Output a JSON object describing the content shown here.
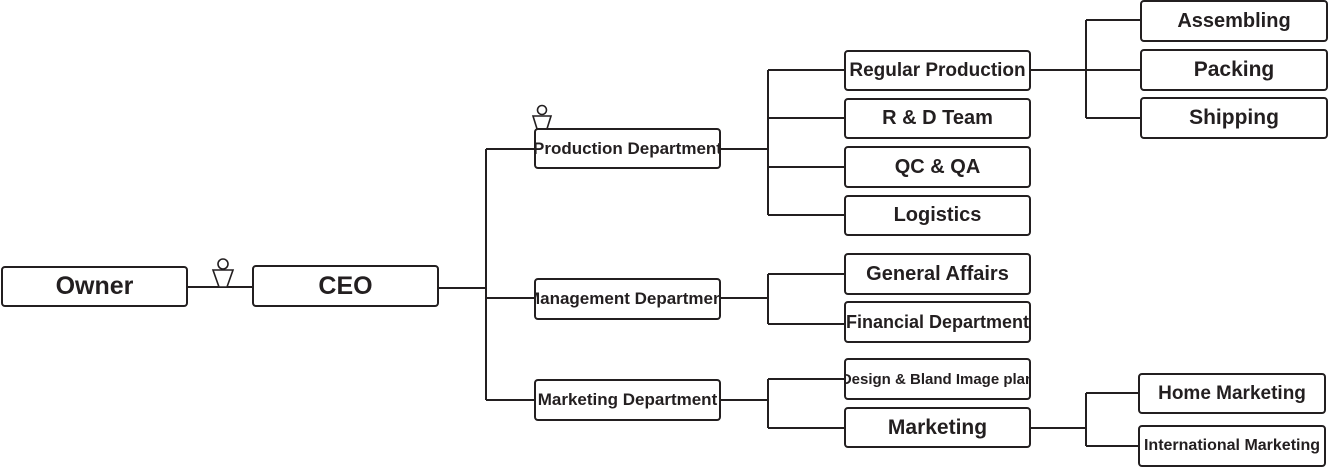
{
  "chart": {
    "owner": "Owner",
    "ceo": "CEO",
    "departments": {
      "production": {
        "label": "Production Department",
        "units": {
          "regular_production": "Regular Production",
          "rd_team": "R & D Team",
          "qc_qa": "QC & QA",
          "logistics": "Logistics"
        },
        "regular_production_units": {
          "assembling": "Assembling",
          "packing": "Packing",
          "shipping": "Shipping"
        }
      },
      "management": {
        "label": "Management Department",
        "units": {
          "general_affairs": "General Affairs",
          "financial": "Financial Department"
        }
      },
      "marketing": {
        "label": "Marketing Department",
        "units": {
          "design_image": "Design & Bland Image plan",
          "marketing": "Marketing"
        },
        "marketing_units": {
          "home": "Home Marketing",
          "international": "International Marketing"
        }
      }
    },
    "icons": [
      "person-icon",
      "person-icon"
    ],
    "colors": {
      "line": "#231f20",
      "box_fill": "#ffffff",
      "text": "#231f20"
    }
  }
}
